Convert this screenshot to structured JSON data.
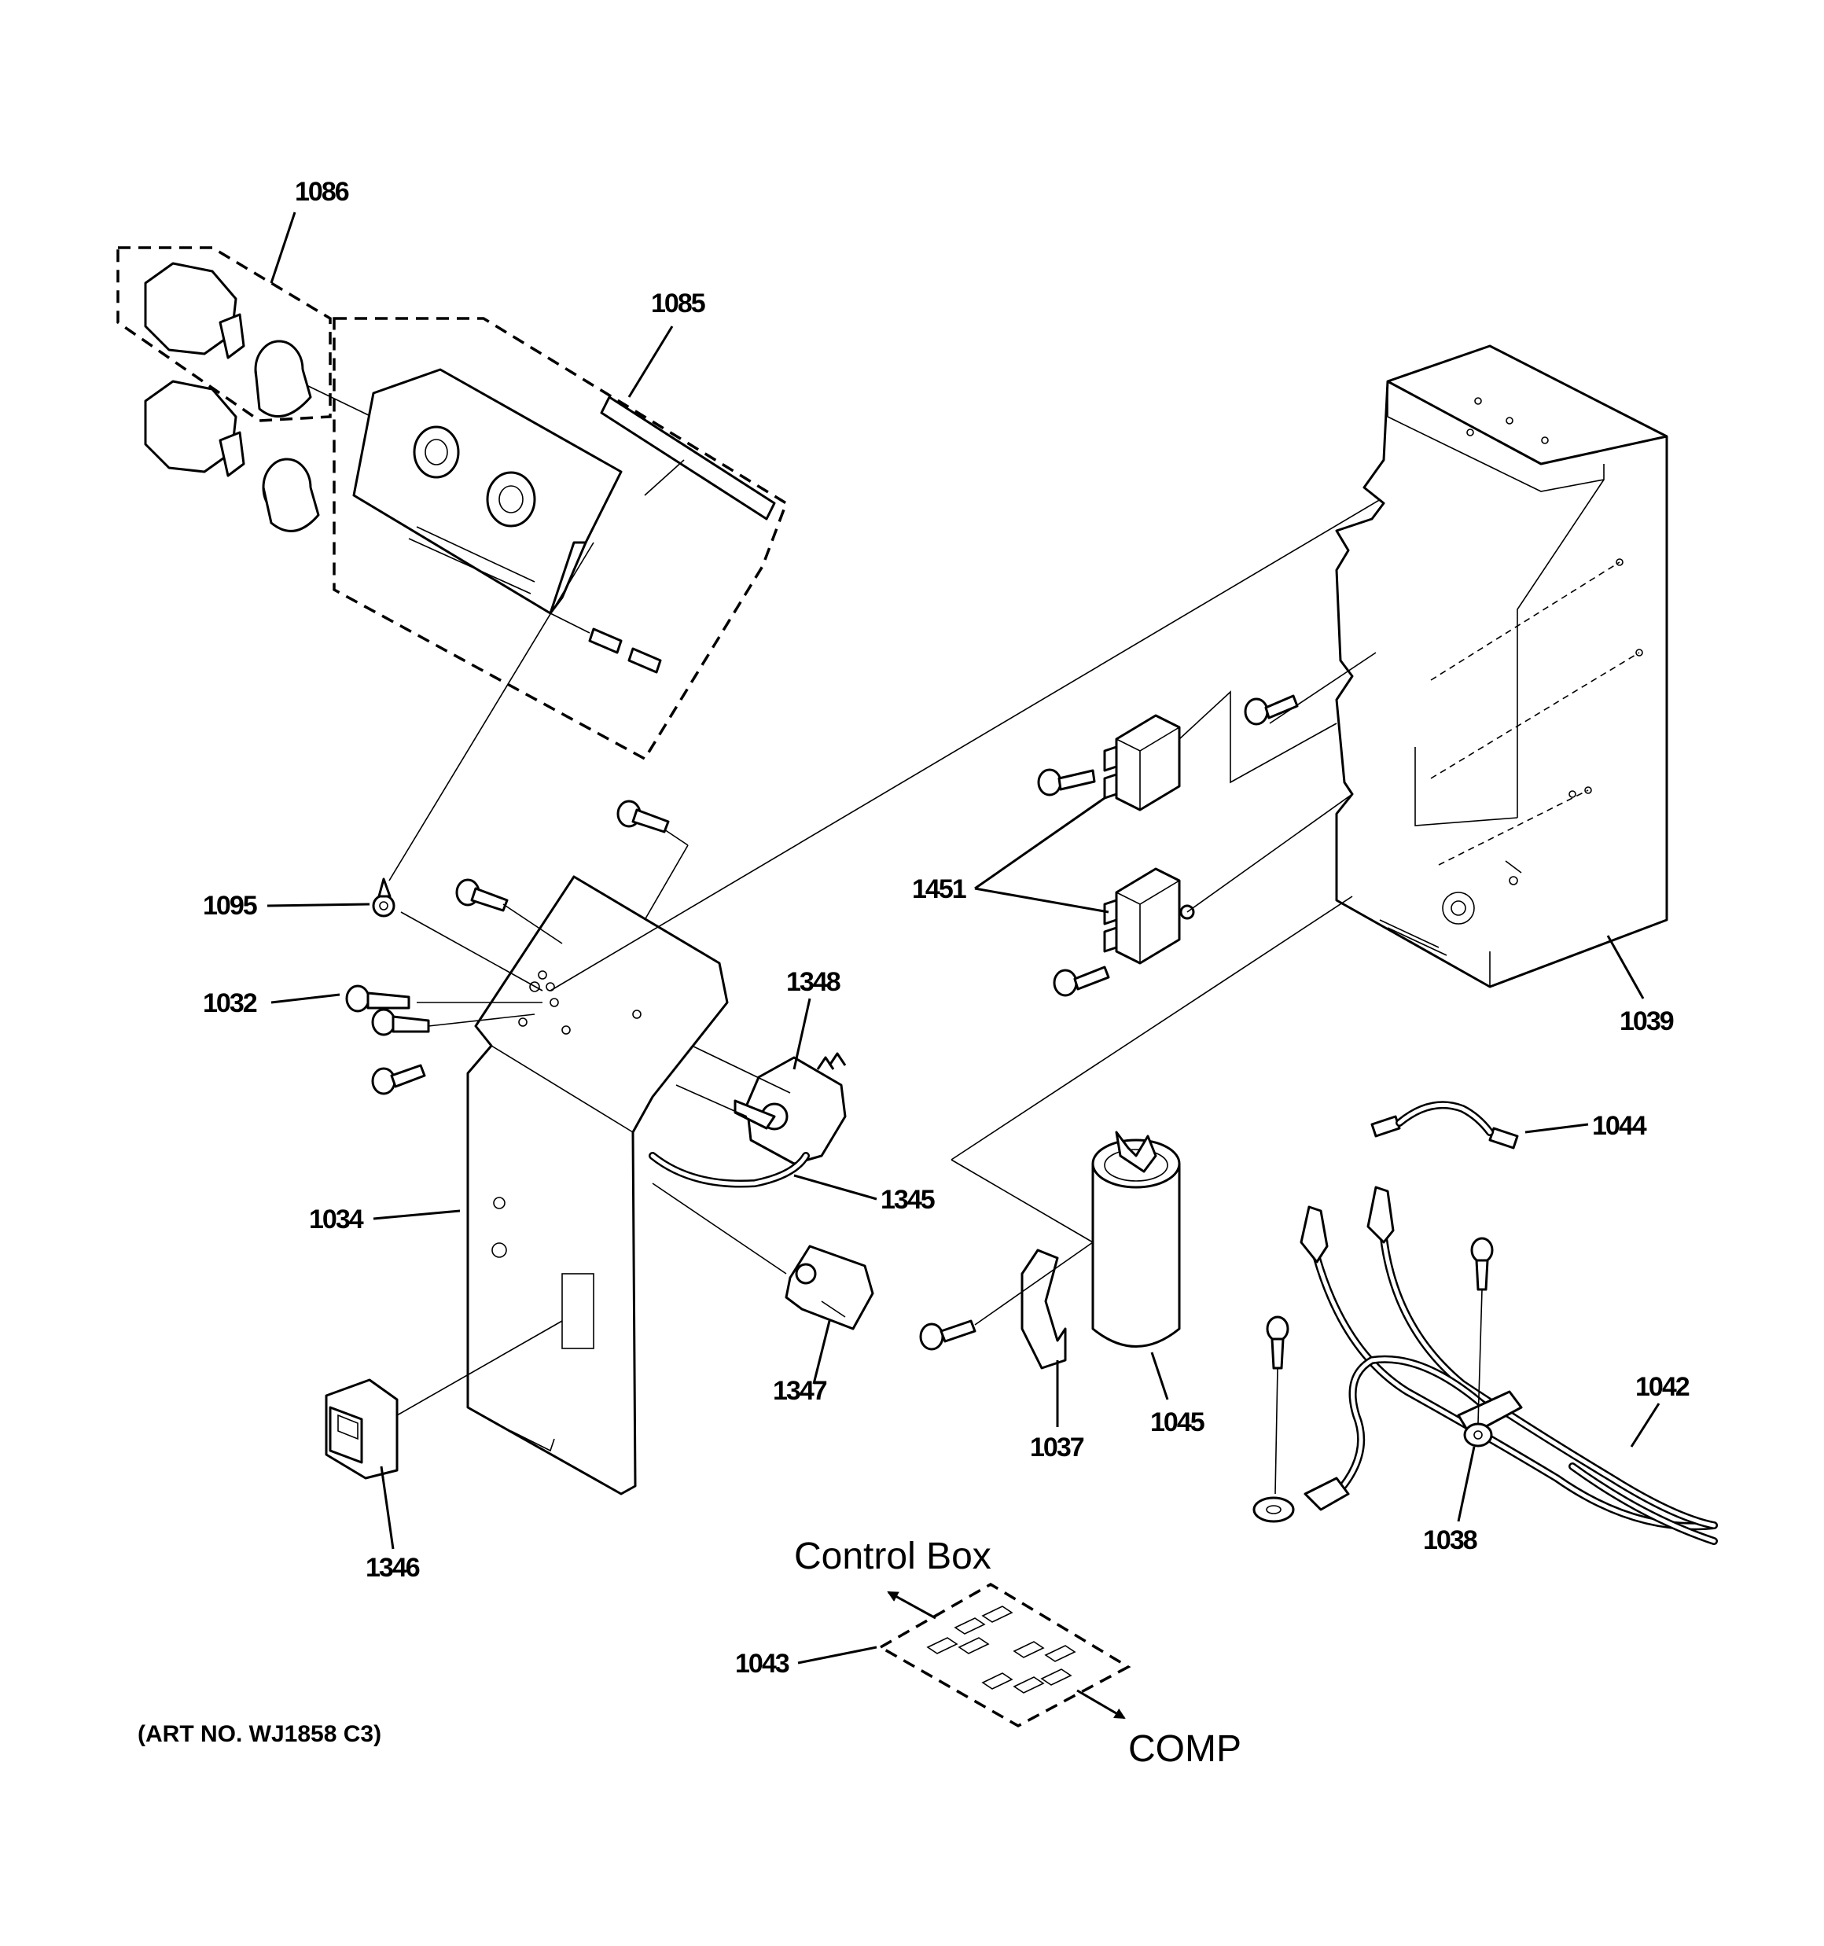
{
  "labels": {
    "p1086": "1086",
    "p1085": "1085",
    "p1095": "1095",
    "p1032": "1032",
    "p1348": "1348",
    "p1345": "1345",
    "p1034": "1034",
    "p1347": "1347",
    "p1346": "1346",
    "p1451": "1451",
    "p1039": "1039",
    "p1044": "1044",
    "p1042": "1042",
    "p1038": "1038",
    "p1037": "1037",
    "p1045": "1045",
    "p1043": "1043"
  },
  "annotations": {
    "control_box": "Control Box",
    "comp": "COMP",
    "art_no": "(ART NO. WJ1858 C3)"
  }
}
